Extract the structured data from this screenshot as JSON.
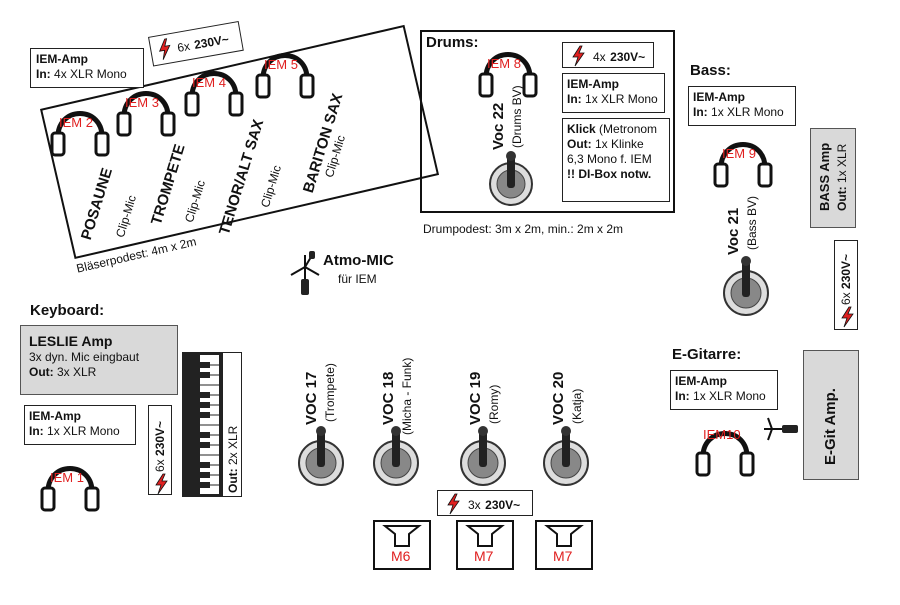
{
  "blaeser": {
    "iem_amp_title": "IEM-Amp",
    "iem_amp_in_label": "In:",
    "iem_amp_in_value": "4x XLR Mono",
    "power_prefix": "6x",
    "power_value": "230V~",
    "podest": "Bläserpodest: 4m x 2m",
    "instruments": [
      {
        "iem": "IEM 2",
        "name": "POSAUNE",
        "mic": "Clip-Mic"
      },
      {
        "iem": "IEM 3",
        "name": "TROMPETE",
        "mic": "Clip-Mic"
      },
      {
        "iem": "IEM 4",
        "name": "TENOR/ALT SAX",
        "mic": "Clip-Mic"
      },
      {
        "iem": "IEM 5",
        "name": "BARITON SAX",
        "mic": "Clip-Mic"
      }
    ]
  },
  "drums": {
    "title": "Drums:",
    "iem": "IEM 8",
    "voc": "Voc 22",
    "voc_sub": "(Drums BV)",
    "power_prefix": "4x",
    "power_value": "230V~",
    "iem_amp_title": "IEM-Amp",
    "iem_amp_in_label": "In:",
    "iem_amp_in_value": "1x XLR Mono",
    "klick_title": "Klick",
    "klick_rest": "(Metronom",
    "klick_out_label": "Out:",
    "klick_out_value": "1x Klinke",
    "klick_line3": "6,3 Mono f. IEM",
    "klick_line4": "!! DI-Box notw.",
    "podest": "Drumpodest: 3m x 2m, min.: 2m x 2m"
  },
  "bass": {
    "title": "Bass:",
    "iem_amp_title": "IEM-Amp",
    "iem_amp_in_label": "In:",
    "iem_amp_in_value": "1x XLR Mono",
    "amp_title": "BASS Amp",
    "amp_out_label": "Out:",
    "amp_out_value": "1x XLR",
    "iem": "IEM 9",
    "voc": "Voc 21",
    "voc_sub": "(Bass BV)",
    "power_prefix": "6x",
    "power_value": "230V~"
  },
  "atmo": {
    "title": "Atmo-MIC",
    "sub": "für IEM"
  },
  "keyboard": {
    "title": "Keyboard:",
    "leslie_title": "LESLIE Amp",
    "leslie_line1": "3x dyn. Mic eingbaut",
    "leslie_out_label": "Out:",
    "leslie_out_value": "3x XLR",
    "iem_amp_title": "IEM-Amp",
    "iem_amp_in_label": "In:",
    "iem_amp_in_value": "1x XLR Mono",
    "iem": "IEM 1",
    "power_prefix": "6x",
    "power_value": "230V~",
    "keys_out_label": "Out:",
    "keys_out_value": "2x XLR"
  },
  "vocals": [
    {
      "voc": "VOC 17",
      "sub": "(Trompete)"
    },
    {
      "voc": "VOC 18",
      "sub": "(Micha - Funk)"
    },
    {
      "voc": "VOC 19",
      "sub": "(Romy)"
    },
    {
      "voc": "VOC 20",
      "sub": "(Katja)"
    }
  ],
  "monitors": {
    "power_prefix": "3x",
    "power_value": "230V~",
    "labels": [
      "M6",
      "M7",
      "M7"
    ]
  },
  "guitar": {
    "title": "E-Gitarre:",
    "iem_amp_title": "IEM-Amp",
    "iem_amp_in_label": "In:",
    "iem_amp_in_value": "1x XLR Mono",
    "iem": "IEM10",
    "amp_title": "E-Git Amp."
  },
  "colors": {
    "iem_label": "#e02020",
    "power_bolt": "#e02020",
    "amp_fill": "#d9d9d9"
  },
  "icons": {
    "headphones": "headphones-icon",
    "microphone": "microphone-icon",
    "power": "power-bolt-icon",
    "speaker": "monitor-wedge-icon",
    "keyboard": "keyboard-icon",
    "mic_stand": "mic-stand-icon"
  }
}
